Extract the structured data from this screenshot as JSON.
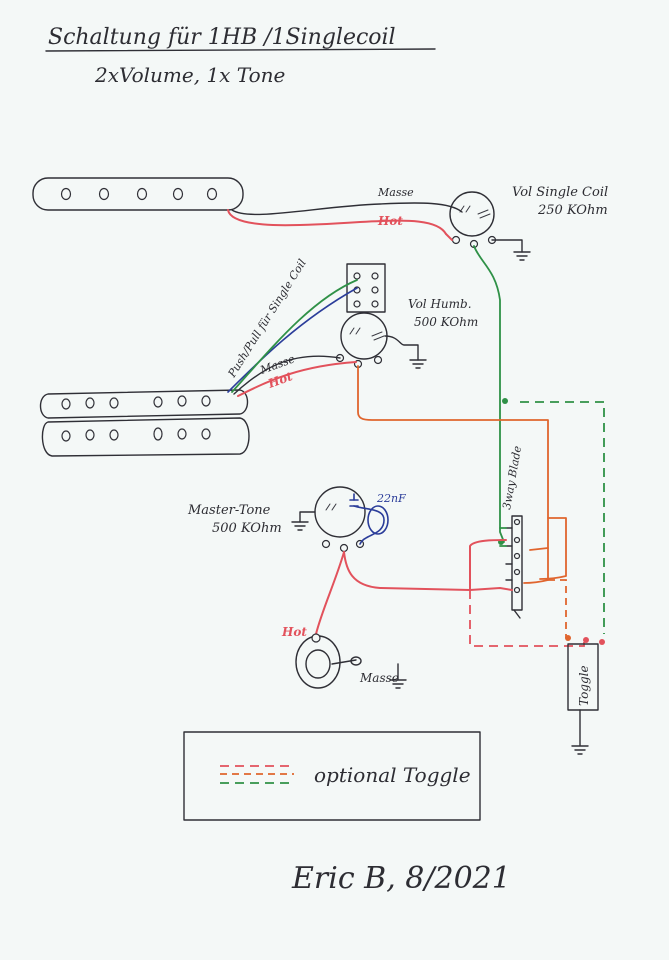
{
  "title": "Schaltung für  1HB /1Singlecoil",
  "subtitle": "2xVolume, 1x Tone",
  "labels": {
    "masse_single": "Masse",
    "hot_single": "Hot",
    "vol_single": "Vol Single Coil",
    "vol_single_value": "250 KOhm",
    "push_pull": "Push/Pull für Single Coil",
    "masse_humb": "Masse",
    "hot_humb": "Hot",
    "vol_humb": "Vol Humb.",
    "vol_humb_value": "500 KOhm",
    "switch": "3way Blade",
    "master_tone": "Master-Tone",
    "master_tone_value": "500 KOhm",
    "capacitor": "22nF",
    "jack_hot": "Hot",
    "jack_masse": "Masse",
    "toggle": "Toggle"
  },
  "legend": {
    "text": "optional Toggle",
    "line_colors": [
      "#e2525c",
      "#e0652e",
      "#2f9147"
    ]
  },
  "signature": "Eric B, 8/2021",
  "colors": {
    "ink": "#2f2f36",
    "hot": "#e2525c",
    "orange": "#e0652e",
    "green": "#2f9147",
    "blue": "#2b3d9a",
    "paper": "#f4f8f7"
  }
}
